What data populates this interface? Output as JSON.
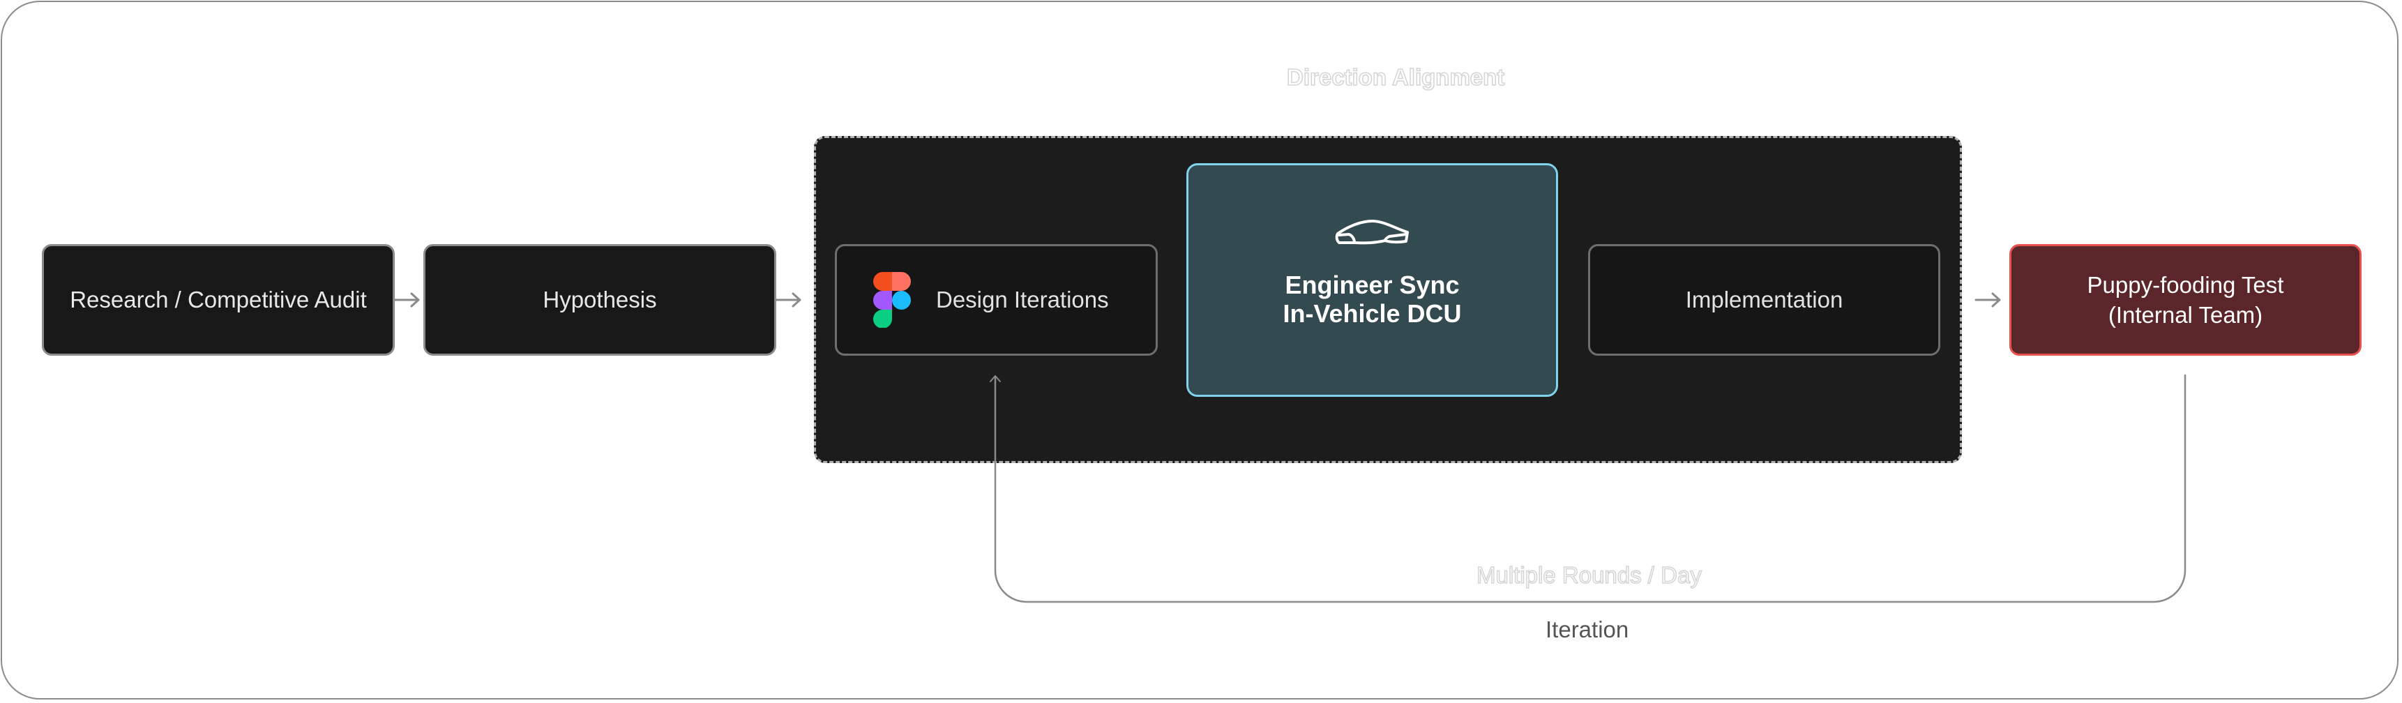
{
  "diagram": {
    "title_label": "Direction Alignment",
    "steps": [
      {
        "id": "research",
        "label": "Research / Competitive Audit"
      },
      {
        "id": "hypothesis",
        "label": "Hypothesis"
      },
      {
        "id": "design",
        "label": "Design Iterations",
        "icon": "figma-logo-icon"
      },
      {
        "id": "engineer",
        "label_line1": "Engineer Sync",
        "label_line2": "In-Vehicle DCU",
        "icon": "car-icon"
      },
      {
        "id": "implementation",
        "label": "Implementation"
      },
      {
        "id": "puppy",
        "label_line1": "Puppy-fooding Test",
        "label_line2": "(Internal Team)"
      }
    ],
    "loop": {
      "frequency_label": "Multiple Rounds / Day",
      "label": "Iteration"
    },
    "colors": {
      "engineer_fill": "#334a50",
      "engineer_border": "#7fd3ea",
      "puppy_fill": "#5b2629",
      "puppy_border": "#e8504e",
      "container_fill": "#1c1c1c",
      "box_fill": "#181818"
    }
  }
}
